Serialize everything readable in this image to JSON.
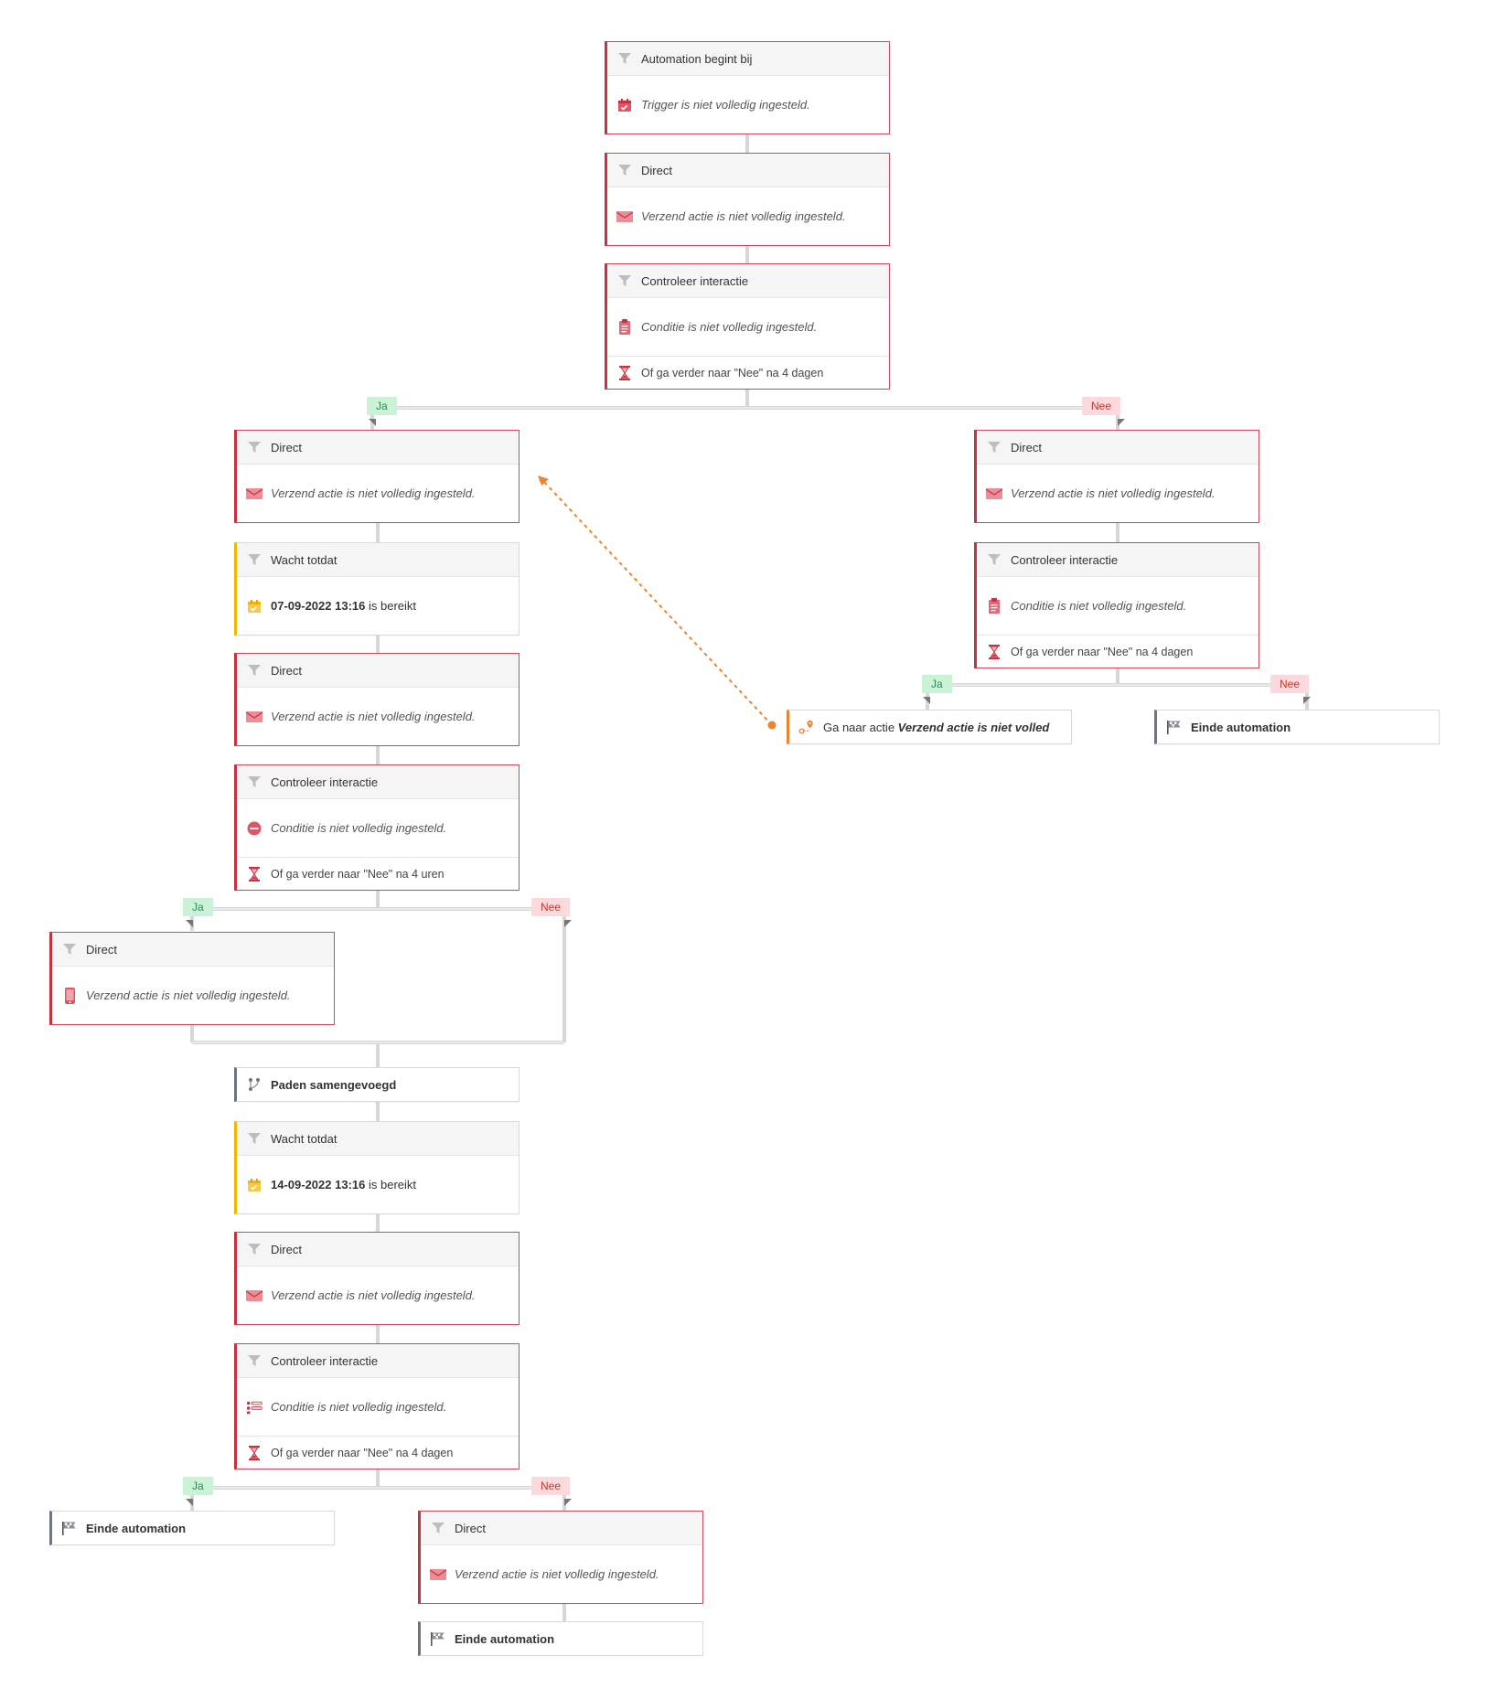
{
  "flow": {
    "start": {
      "title": "Automation begint bij",
      "body": "Trigger is niet volledig ingesteld."
    },
    "step1": {
      "title": "Direct",
      "body": "Verzend actie is niet volledig ingesteld."
    },
    "check1": {
      "title": "Controleer interactie",
      "body": "Conditie is niet volledig ingesteld.",
      "footer": "Of ga verder naar \"Nee\" na 4 dagen"
    },
    "branch1": {
      "ja": "Ja",
      "nee": "Nee"
    },
    "left_step1": {
      "title": "Direct",
      "body": "Verzend actie is niet volledig ingesteld."
    },
    "left_wait1": {
      "title": "Wacht totdat",
      "date": "07-09-2022 13:16",
      "suffix": "is bereikt"
    },
    "left_step2": {
      "title": "Direct",
      "body": "Verzend actie is niet volledig ingesteld."
    },
    "left_check1": {
      "title": "Controleer interactie",
      "body": "Conditie is niet volledig ingesteld.",
      "footer": "Of ga verder naar \"Nee\" na 4 uren"
    },
    "branch2": {
      "ja": "Ja",
      "nee": "Nee"
    },
    "ll_step1": {
      "title": "Direct",
      "body": "Verzend actie is niet volledig ingesteld."
    },
    "merge": {
      "title": "Paden samengevoegd"
    },
    "left_wait2": {
      "title": "Wacht totdat",
      "date": "14-09-2022 13:16",
      "suffix": "is bereikt"
    },
    "left_step3": {
      "title": "Direct",
      "body": "Verzend actie is niet volledig ingesteld."
    },
    "left_check2": {
      "title": "Controleer interactie",
      "body": "Conditie is niet volledig ingesteld.",
      "footer": "Of ga verder naar \"Nee\" na 4 dagen"
    },
    "branch3": {
      "ja": "Ja",
      "nee": "Nee"
    },
    "end_ja3": {
      "title": "Einde automation"
    },
    "nee3_step": {
      "title": "Direct",
      "body": "Verzend actie is niet volledig ingesteld."
    },
    "end_nee3": {
      "title": "Einde automation"
    },
    "right_step1": {
      "title": "Direct",
      "body": "Verzend actie is niet volledig ingesteld."
    },
    "right_check1": {
      "title": "Controleer interactie",
      "body": "Conditie is niet volledig ingesteld.",
      "footer": "Of ga verder naar \"Nee\" na 4 dagen"
    },
    "branch4": {
      "ja": "Ja",
      "nee": "Nee"
    },
    "goto": {
      "prefix": "Ga naar actie",
      "target": "Verzend actie is niet volled"
    },
    "end_nee4": {
      "title": "Einde automation"
    }
  },
  "colors": {
    "error": "#c8313f",
    "wait": "#f2b500",
    "goto": "#e8852e",
    "end": "#6e7480",
    "connector": "#d9d9d9"
  },
  "icons": [
    "funnel-icon",
    "calendar-icon",
    "envelope-icon",
    "clipboard-icon",
    "hourglass-icon",
    "minus-circle-icon",
    "sms-phone-icon",
    "merge-icon",
    "list-condition-icon",
    "finish-flag-icon",
    "goto-location-icon"
  ]
}
